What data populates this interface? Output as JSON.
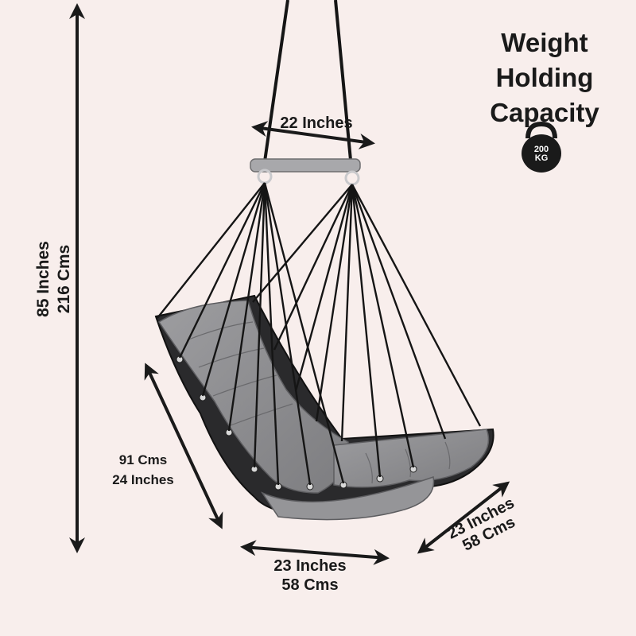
{
  "capacity": {
    "lines": [
      "Weight",
      "Holding",
      "Capacity"
    ],
    "badge_value": "200",
    "badge_unit": "KG",
    "icon": "kettlebell-icon"
  },
  "dimensions": {
    "height": {
      "inches": "85 Inches",
      "cms": "216 Cms"
    },
    "top_width": {
      "inches": "22 Inches"
    },
    "seat_length": {
      "cms": "91 Cms",
      "inches": "24 Inches"
    },
    "seat_width": {
      "inches": "23 Inches",
      "cms": "58 Cms"
    },
    "seat_depth": {
      "inches": "23 Inches",
      "cms": "58 Cms"
    }
  },
  "colors": {
    "background": "#f8eeec",
    "cushion": "#8f8f92",
    "rope": "#151515",
    "text": "#1a1a1a"
  }
}
